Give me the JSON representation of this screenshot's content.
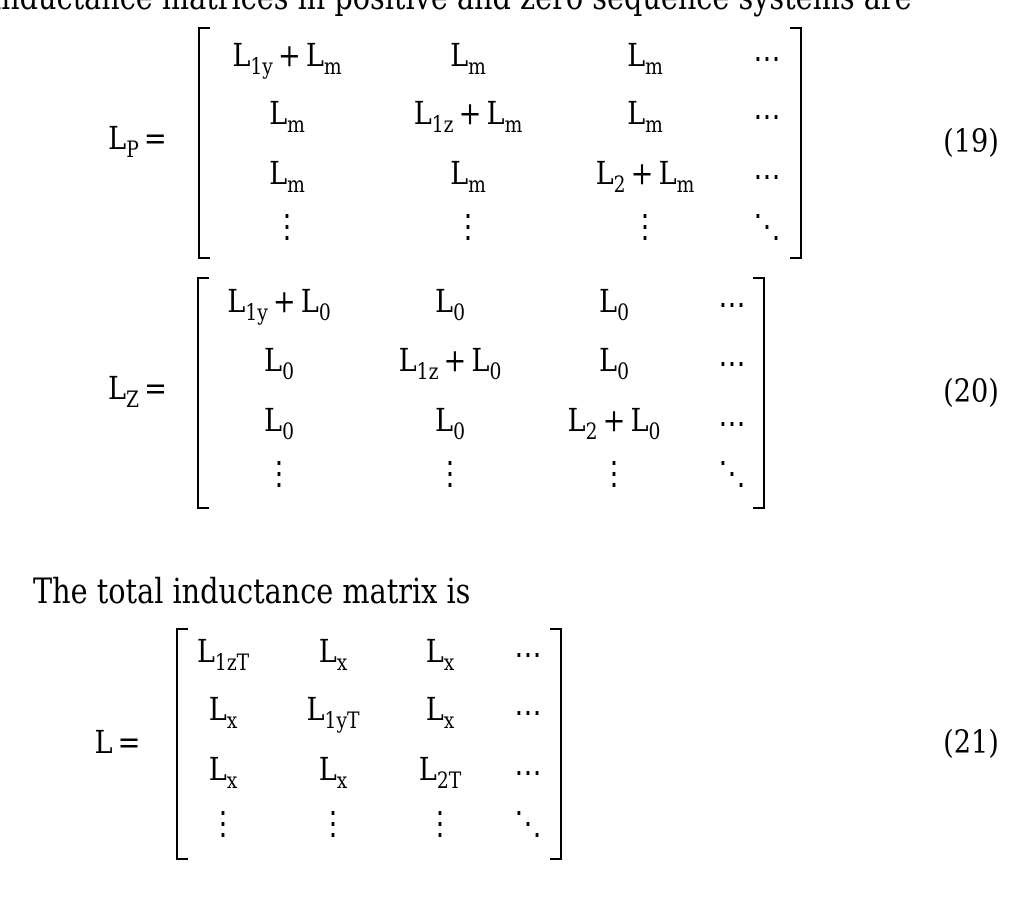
{
  "intro_text": "inductance matrices in positive and zero sequence systems are",
  "middle_text": "The total inductance matrix is",
  "equations": [
    {
      "lhs": {
        "t": "L",
        "sub": "P"
      },
      "number": "(19)",
      "rows": [
        [
          [
            {
              "t": "L",
              "sub": "1y"
            },
            {
              "op": "+"
            },
            {
              "t": "L",
              "sub": "m"
            }
          ],
          [
            {
              "t": "L",
              "sub": "m"
            }
          ],
          [
            {
              "t": "L",
              "sub": "m"
            }
          ],
          [
            {
              "t": "⋯"
            }
          ]
        ],
        [
          [
            {
              "t": "L",
              "sub": "m"
            }
          ],
          [
            {
              "t": "L",
              "sub": "1z"
            },
            {
              "op": "+"
            },
            {
              "t": "L",
              "sub": "m"
            }
          ],
          [
            {
              "t": "L",
              "sub": "m"
            }
          ],
          [
            {
              "t": "⋯"
            }
          ]
        ],
        [
          [
            {
              "t": "L",
              "sub": "m"
            }
          ],
          [
            {
              "t": "L",
              "sub": "m"
            }
          ],
          [
            {
              "t": "L",
              "sub": "2"
            },
            {
              "op": "+"
            },
            {
              "t": "L",
              "sub": "m"
            }
          ],
          [
            {
              "t": "⋯"
            }
          ]
        ],
        [
          [
            {
              "t": "⋮"
            }
          ],
          [
            {
              "t": "⋮"
            }
          ],
          [
            {
              "t": "⋮"
            }
          ],
          [
            {
              "t": "⋱"
            }
          ]
        ]
      ]
    },
    {
      "lhs": {
        "t": "L",
        "sub": "Z"
      },
      "number": "(20)",
      "rows": [
        [
          [
            {
              "t": "L",
              "sub": "1y"
            },
            {
              "op": "+"
            },
            {
              "t": "L",
              "sub": "0"
            }
          ],
          [
            {
              "t": "L",
              "sub": "0"
            }
          ],
          [
            {
              "t": "L",
              "sub": "0"
            }
          ],
          [
            {
              "t": "⋯"
            }
          ]
        ],
        [
          [
            {
              "t": "L",
              "sub": "0"
            }
          ],
          [
            {
              "t": "L",
              "sub": "1z"
            },
            {
              "op": "+"
            },
            {
              "t": "L",
              "sub": "0"
            }
          ],
          [
            {
              "t": "L",
              "sub": "0"
            }
          ],
          [
            {
              "t": "⋯"
            }
          ]
        ],
        [
          [
            {
              "t": "L",
              "sub": "0"
            }
          ],
          [
            {
              "t": "L",
              "sub": "0"
            }
          ],
          [
            {
              "t": "L",
              "sub": "2"
            },
            {
              "op": "+"
            },
            {
              "t": "L",
              "sub": "0"
            }
          ],
          [
            {
              "t": "⋯"
            }
          ]
        ],
        [
          [
            {
              "t": "⋮"
            }
          ],
          [
            {
              "t": "⋮"
            }
          ],
          [
            {
              "t": "⋮"
            }
          ],
          [
            {
              "t": "⋱"
            }
          ]
        ]
      ]
    },
    {
      "lhs": {
        "t": "L",
        "sub": ""
      },
      "number": "(21)",
      "rows": [
        [
          [
            {
              "t": "L",
              "sub": "1zT"
            }
          ],
          [
            {
              "t": "L",
              "sub": "x"
            }
          ],
          [
            {
              "t": "L",
              "sub": "x"
            }
          ],
          [
            {
              "t": "⋯"
            }
          ]
        ],
        [
          [
            {
              "t": "L",
              "sub": "x"
            }
          ],
          [
            {
              "t": "L",
              "sub": "1yT"
            }
          ],
          [
            {
              "t": "L",
              "sub": "x"
            }
          ],
          [
            {
              "t": "⋯"
            }
          ]
        ],
        [
          [
            {
              "t": "L",
              "sub": "x"
            }
          ],
          [
            {
              "t": "L",
              "sub": "x"
            }
          ],
          [
            {
              "t": "L",
              "sub": "2T"
            }
          ],
          [
            {
              "t": "⋯"
            }
          ]
        ],
        [
          [
            {
              "t": "⋮"
            }
          ],
          [
            {
              "t": "⋮"
            }
          ],
          [
            {
              "t": "⋮"
            }
          ],
          [
            {
              "t": "⋱"
            }
          ]
        ]
      ]
    }
  ]
}
